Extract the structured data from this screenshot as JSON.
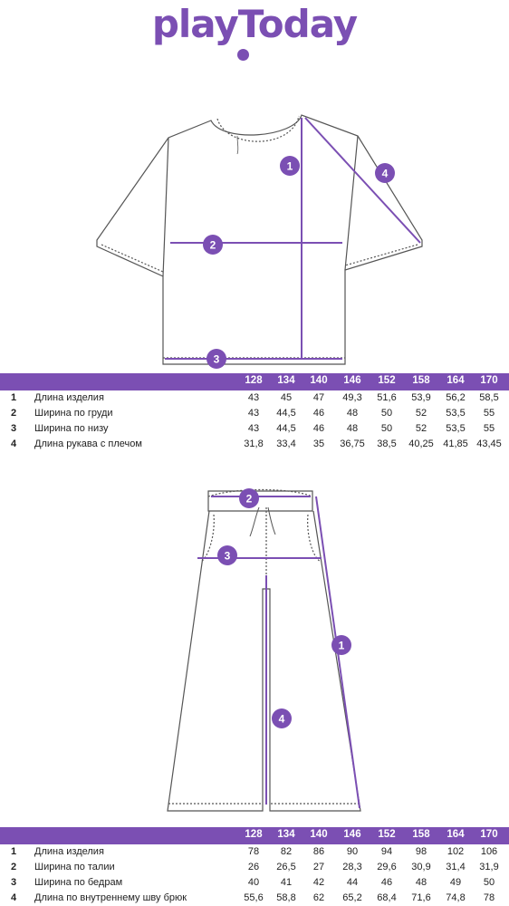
{
  "brand": {
    "logo_text": "playToday",
    "color": "#7b4fb3"
  },
  "shirt": {
    "markers": [
      "1",
      "2",
      "3",
      "4"
    ],
    "table": {
      "sizes": [
        "128",
        "134",
        "140",
        "146",
        "152",
        "158",
        "164",
        "170"
      ],
      "rows": [
        {
          "num": "1",
          "name": "Длина изделия",
          "values": [
            "43",
            "45",
            "47",
            "49,3",
            "51,6",
            "53,9",
            "56,2",
            "58,5"
          ]
        },
        {
          "num": "2",
          "name": "Ширина по груди",
          "values": [
            "43",
            "44,5",
            "46",
            "48",
            "50",
            "52",
            "53,5",
            "55"
          ]
        },
        {
          "num": "3",
          "name": "Ширина по низу",
          "values": [
            "43",
            "44,5",
            "46",
            "48",
            "50",
            "52",
            "53,5",
            "55"
          ]
        },
        {
          "num": "4",
          "name": "Длина рукава с плечом",
          "values": [
            "31,8",
            "33,4",
            "35",
            "36,75",
            "38,5",
            "40,25",
            "41,85",
            "43,45"
          ]
        }
      ]
    }
  },
  "pants": {
    "markers": [
      "1",
      "2",
      "3",
      "4"
    ],
    "table": {
      "sizes": [
        "128",
        "134",
        "140",
        "146",
        "152",
        "158",
        "164",
        "170"
      ],
      "rows": [
        {
          "num": "1",
          "name": "Длина изделия",
          "values": [
            "78",
            "82",
            "86",
            "90",
            "94",
            "98",
            "102",
            "106"
          ]
        },
        {
          "num": "2",
          "name": "Ширина по талии",
          "values": [
            "26",
            "26,5",
            "27",
            "28,3",
            "29,6",
            "30,9",
            "31,4",
            "31,9"
          ]
        },
        {
          "num": "3",
          "name": "Ширина по бедрам",
          "values": [
            "40",
            "41",
            "42",
            "44",
            "46",
            "48",
            "49",
            "50"
          ]
        },
        {
          "num": "4",
          "name": "Длина по внутреннему шву брюк",
          "values": [
            "55,6",
            "58,8",
            "62",
            "65,2",
            "68,4",
            "71,6",
            "74,8",
            "78"
          ]
        }
      ]
    }
  }
}
